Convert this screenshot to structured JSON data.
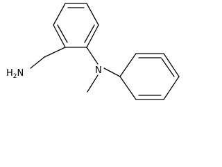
{
  "molecule": {
    "atoms": [
      {
        "id": "N_amine",
        "symbol": "N",
        "label": "N",
        "show": true
      },
      {
        "id": "NH2",
        "symbol": "N",
        "label_main": "H",
        "label_sub": "2",
        "label_tail": "N",
        "show": true
      },
      {
        "id": "CH3",
        "symbol": "C",
        "show": false
      }
    ],
    "labels": {
      "nh2_h": "H",
      "nh2_sub": "2",
      "nh2_n": "N",
      "amine_n": "N"
    }
  }
}
